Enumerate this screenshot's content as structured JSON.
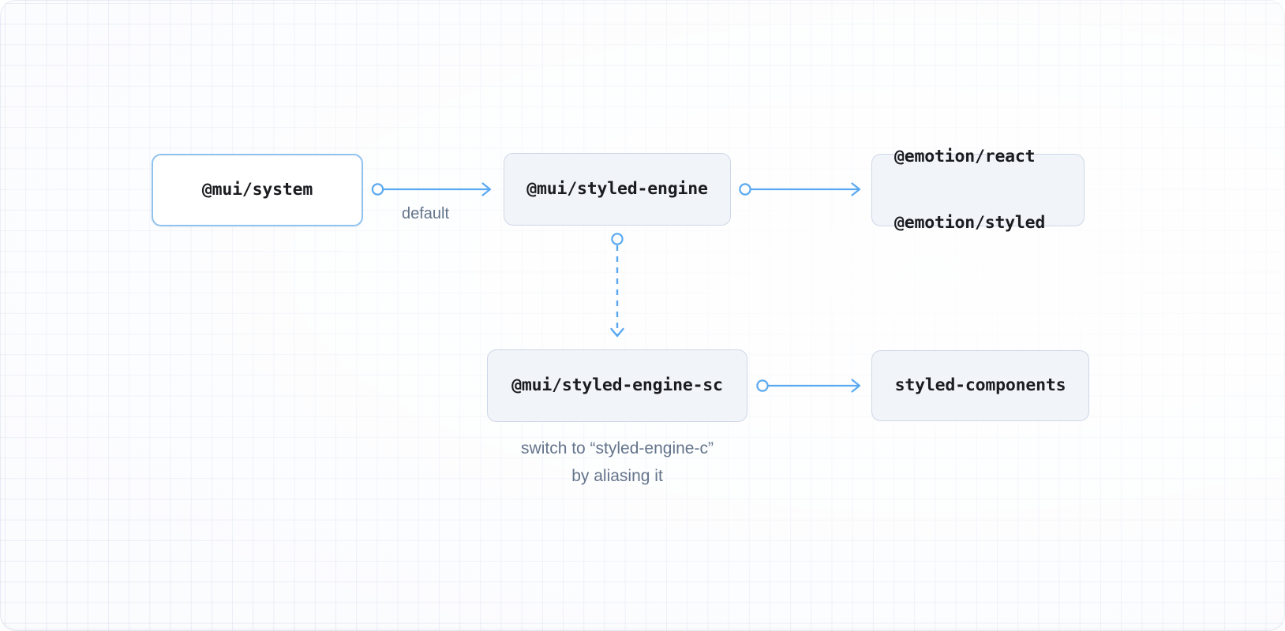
{
  "diagram": {
    "title": "MUI styled engine architecture",
    "colors": {
      "accent": "#5aa9f0",
      "primary_node_border": "#8fc3ef",
      "primary_node_fill": "#ffffff",
      "muted_node_border": "#cfd6e6",
      "muted_node_fill": "#f1f5fa",
      "node_text": "#1b1c20",
      "label_text": "#64748b",
      "canvas_background": "#fbfcfe",
      "grid_line": "#c4cbe0"
    },
    "nodes": [
      {
        "id": "mui-system",
        "label": "@mui/system",
        "style": "primary"
      },
      {
        "id": "mui-styled-engine",
        "label": "@mui/styled-engine",
        "style": "muted"
      },
      {
        "id": "emotion",
        "label_line_1": "@emotion/react",
        "label_line_2": "@emotion/styled",
        "style": "muted"
      },
      {
        "id": "mui-styled-engine-sc",
        "label": "@mui/styled-engine-sc",
        "style": "muted"
      },
      {
        "id": "styled-components",
        "label": "styled-components",
        "style": "muted"
      }
    ],
    "edges": [
      {
        "id": "system-to-styled-engine",
        "from": "mui-system",
        "to": "mui-styled-engine",
        "label": "default",
        "dashed": false,
        "marker_start": "circle",
        "marker_end": "arrow"
      },
      {
        "id": "styled-engine-to-emotion",
        "from": "mui-styled-engine",
        "to": "emotion",
        "label": "",
        "dashed": false,
        "marker_start": "circle",
        "marker_end": "arrow"
      },
      {
        "id": "styled-engine-to-sc-engine",
        "from": "mui-styled-engine",
        "to": "mui-styled-engine-sc",
        "label": "",
        "dashed": true,
        "marker_start": "circle",
        "marker_end": "arrow"
      },
      {
        "id": "sc-engine-to-styled-components",
        "from": "mui-styled-engine-sc",
        "to": "styled-components",
        "label": "",
        "dashed": false,
        "marker_start": "circle",
        "marker_end": "arrow"
      }
    ],
    "captions": {
      "styled_engine_sc": "switch to “styled-engine-c”\nby aliasing it"
    }
  }
}
